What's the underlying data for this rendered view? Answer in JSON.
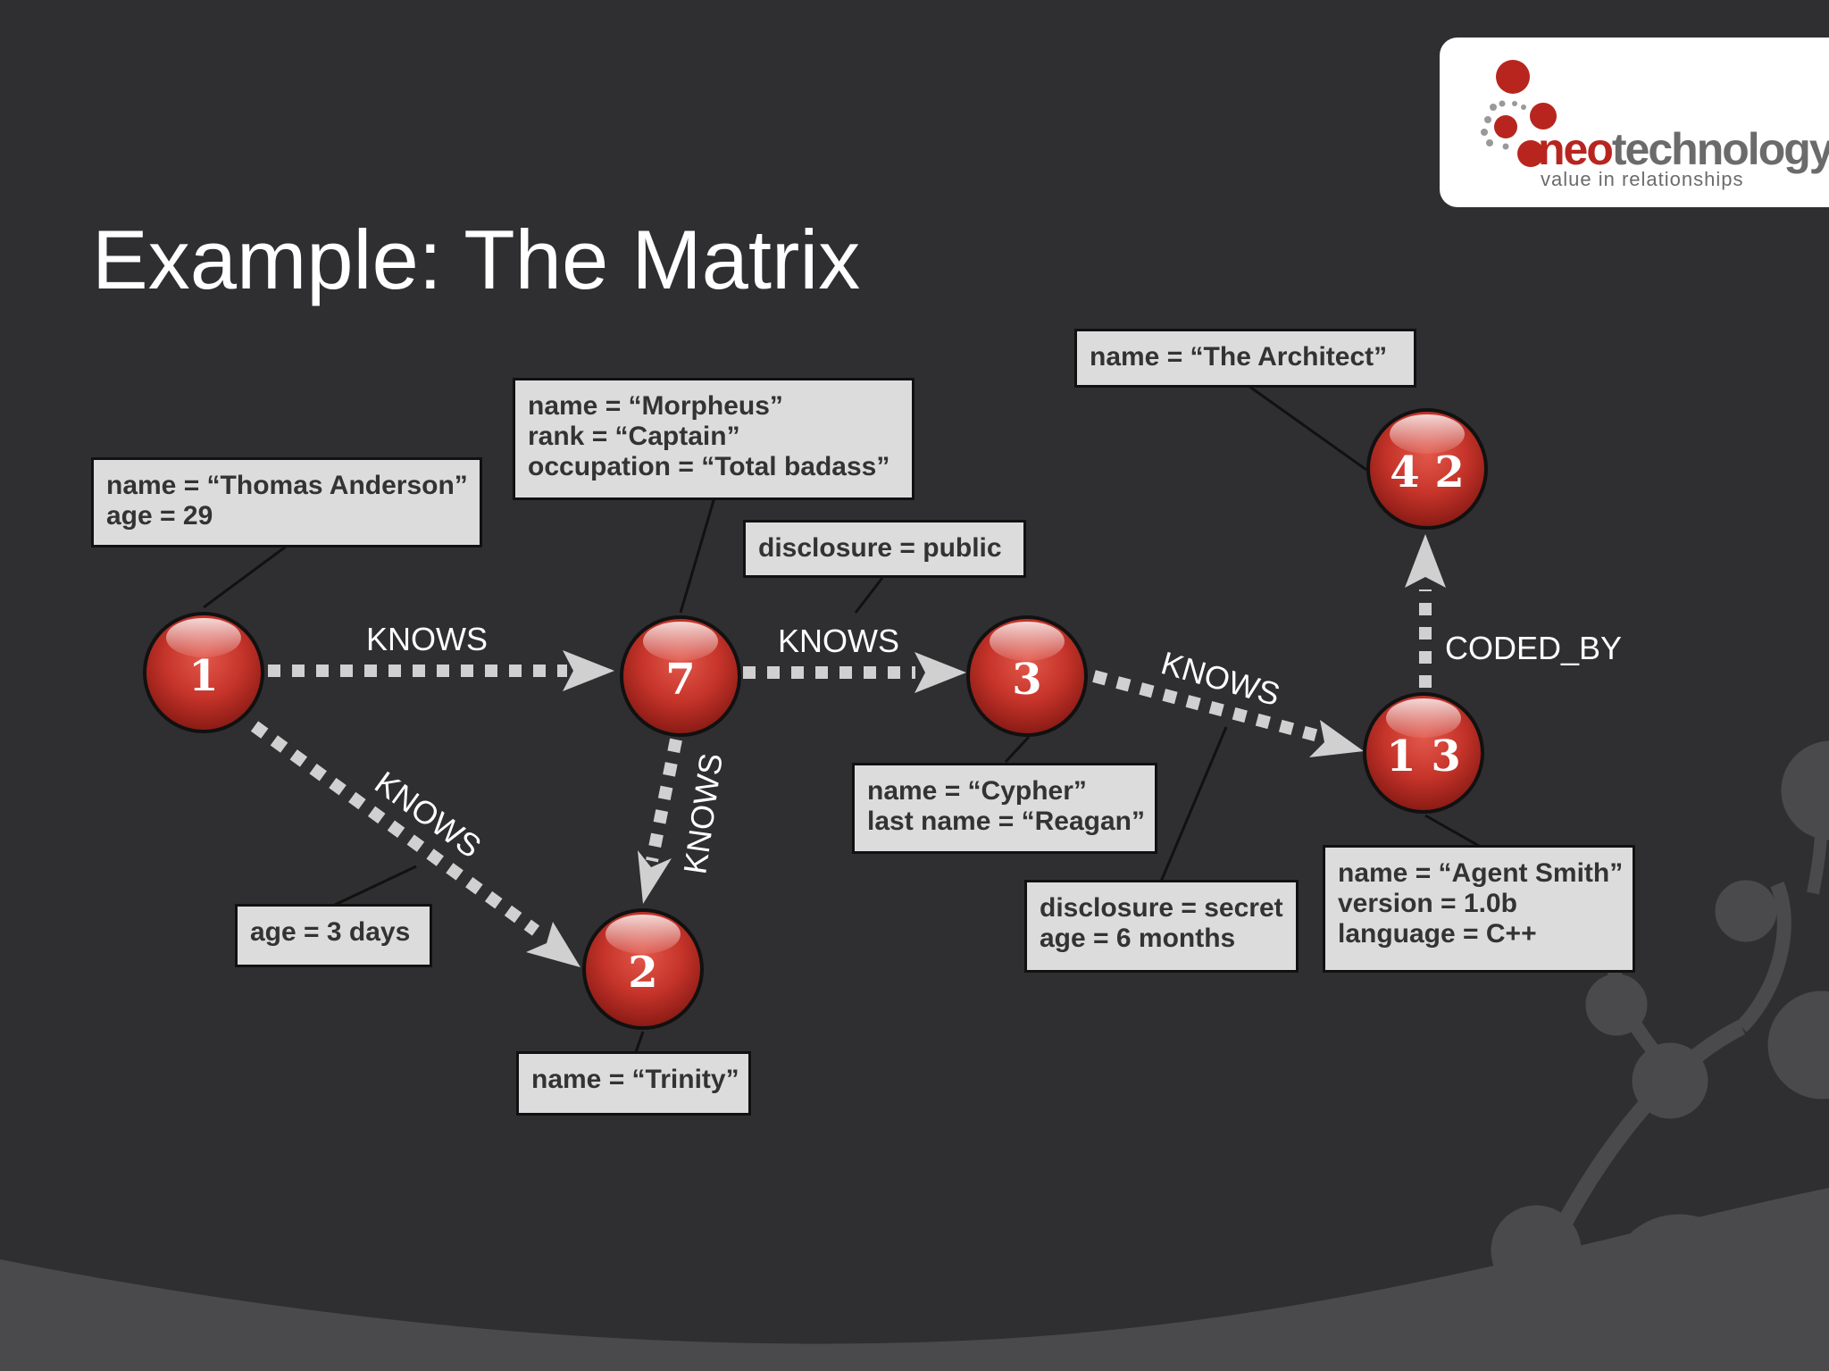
{
  "title": "Example: The Matrix",
  "logo": {
    "brand_neo": "neo",
    "brand_technology": "technology",
    "tagline": "value in relationships"
  },
  "nodes": [
    {
      "id": "1",
      "label": "1"
    },
    {
      "id": "7",
      "label": "7"
    },
    {
      "id": "3",
      "label": "3"
    },
    {
      "id": "13",
      "label": "1 3"
    },
    {
      "id": "42",
      "label": "4 2"
    },
    {
      "id": "2",
      "label": "2"
    }
  ],
  "relationships": [
    {
      "from": "1",
      "to": "7",
      "type": "KNOWS"
    },
    {
      "from": "7",
      "to": "3",
      "type": "KNOWS"
    },
    {
      "from": "3",
      "to": "13",
      "type": "KNOWS"
    },
    {
      "from": "13",
      "to": "42",
      "type": "CODED_BY"
    },
    {
      "from": "1",
      "to": "2",
      "type": "KNOWS"
    },
    {
      "from": "7",
      "to": "2",
      "type": "KNOWS"
    }
  ],
  "properties": {
    "thomas": [
      "name = “Thomas Anderson”",
      "age = 29"
    ],
    "morpheus": [
      "name = “Morpheus”",
      "rank = “Captain”",
      "occupation = “Total badass”"
    ],
    "architect": [
      "name = “The Architect”"
    ],
    "disclosure_public": [
      "disclosure = public"
    ],
    "cypher": [
      "name = “Cypher”",
      "last name = “Reagan”"
    ],
    "agent_smith": [
      "name = “Agent Smith”",
      "version = 1.0b",
      "language = C++"
    ],
    "disclosure_secret": [
      "disclosure = secret",
      "age = 6 months"
    ],
    "age_3_days": [
      "age = 3 days"
    ],
    "trinity": [
      "name = “Trinity”"
    ]
  },
  "colors": {
    "background": "#2f2f31",
    "node_red": "#c8352a",
    "box_fill": "#dcdcdc",
    "arrow": "#d0d0d0",
    "brand_red": "#b8251f"
  }
}
